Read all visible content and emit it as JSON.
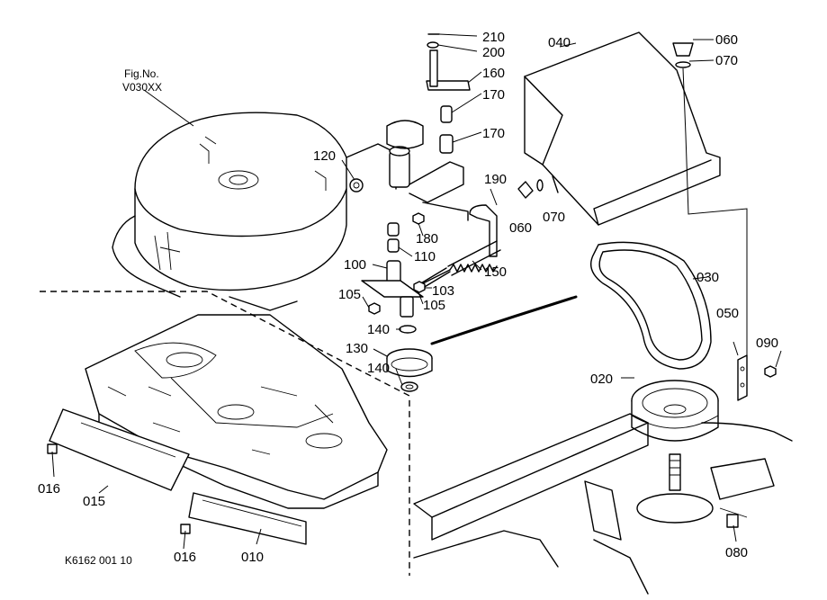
{
  "figure": {
    "label_line1": "Fig.No.",
    "label_line2": "V030XX"
  },
  "ref_code": "K6162 001 10",
  "callouts": {
    "p210": "210",
    "p200": "200",
    "p160": "160",
    "p170a": "170",
    "p170b": "170",
    "p040": "040",
    "p060a": "060",
    "p070a": "070",
    "p060b": "060",
    "p070b": "070",
    "p120": "120",
    "p190": "190",
    "p180": "180",
    "p110": "110",
    "p100": "100",
    "p150": "150",
    "p103": "103",
    "p105a": "105",
    "p105b": "105",
    "p030": "030",
    "p140a": "140",
    "p130": "130",
    "p140b": "140",
    "p050": "050",
    "p090": "090",
    "p020": "020",
    "p016a": "016",
    "p015": "015",
    "p016b": "016",
    "p010": "010",
    "p080": "080"
  }
}
